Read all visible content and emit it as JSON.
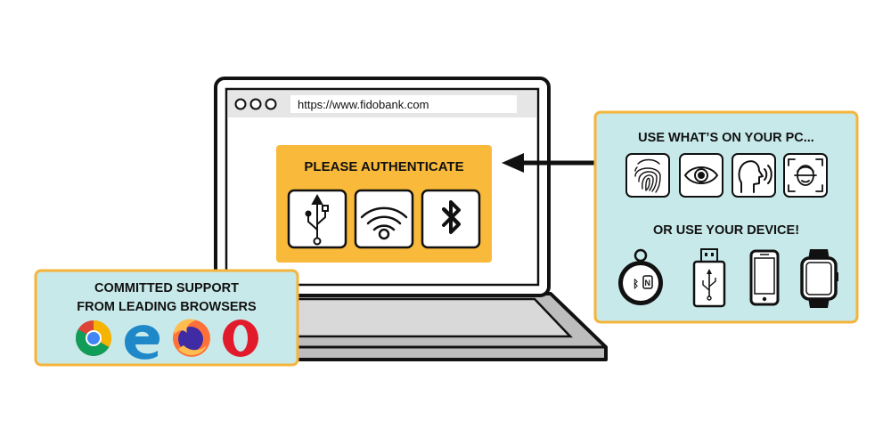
{
  "browser": {
    "url": "https://www.fidobank.com"
  },
  "auth_dialog": {
    "title": "PLEASE AUTHENTICATE",
    "options": [
      {
        "icon": "usb-icon"
      },
      {
        "icon": "nfc-wireless-icon"
      },
      {
        "icon": "bluetooth-icon"
      }
    ]
  },
  "pc_panel": {
    "heading": "USE WHAT’S ON YOUR PC...",
    "pc_methods": [
      "fingerprint-icon",
      "eye-iris-icon",
      "voice-icon",
      "face-recognition-icon"
    ],
    "device_heading": "OR USE YOUR DEVICE!",
    "devices": [
      "key-fob-icon",
      "usb-key-icon",
      "smartphone-icon",
      "smartwatch-icon"
    ]
  },
  "browsers_panel": {
    "line1": "COMMITTED SUPPORT",
    "line2": "FROM LEADING BROWSERS",
    "browsers": [
      "chrome-icon",
      "edge-icon",
      "firefox-icon",
      "opera-icon"
    ]
  },
  "colors": {
    "accent_orange": "#f9b93a",
    "panel_teal": "#c8e9ea",
    "outline": "#111111",
    "laptop_gray": "#bdbdbd"
  }
}
